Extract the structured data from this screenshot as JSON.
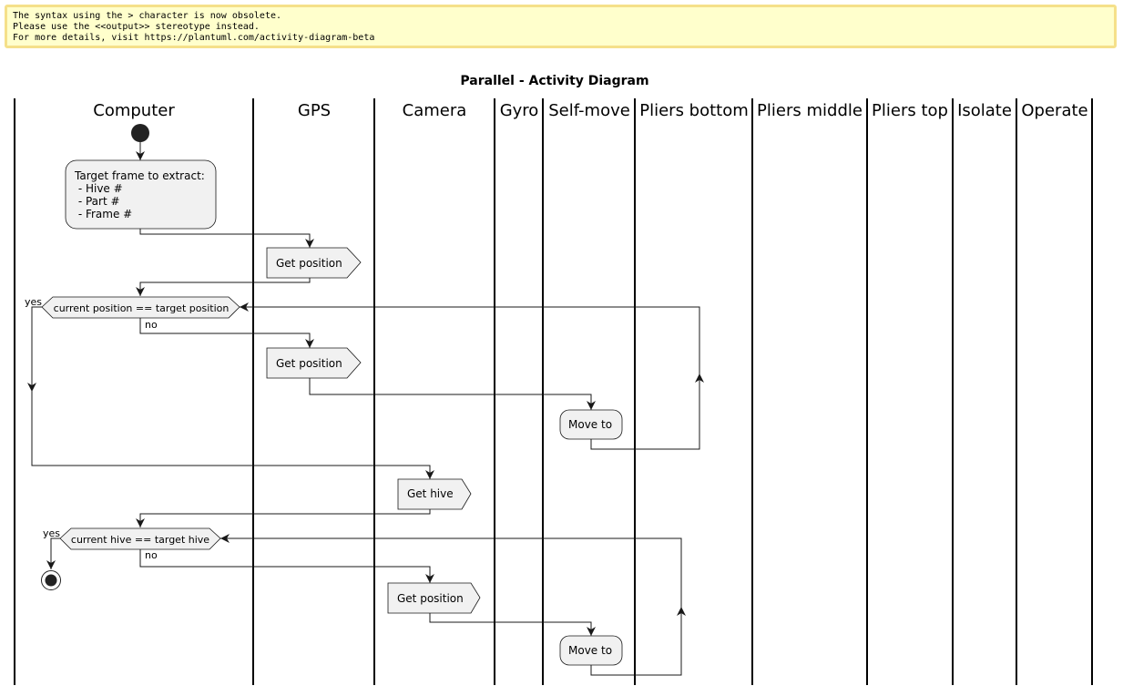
{
  "warning": {
    "lines": [
      "The syntax using the > character is now obsolete.",
      "Please use the <<output>> stereotype instead.",
      "For more details, visit https://plantuml.com/activity-diagram-beta"
    ]
  },
  "title": "Parallel - Activity Diagram",
  "lanes": [
    "Computer",
    "GPS",
    "Camera",
    "Gyro",
    "Self-move",
    "Pliers bottom",
    "Pliers middle",
    "Pliers top",
    "Isolate",
    "Operate"
  ],
  "nodes": {
    "target_frame": [
      "Target frame to extract:",
      " - Hive #",
      " - Part #",
      " - Frame #"
    ],
    "gps_get_position_1": "Get position",
    "decision_position": "current position == target position",
    "gps_get_position_2": "Get position",
    "move_to_1": "Move to",
    "get_hive": "Get hive",
    "decision_hive": "current hive == target hive",
    "camera_get_position": "Get position",
    "move_to_2": "Move to"
  },
  "labels": {
    "yes": "yes",
    "no": "no"
  }
}
